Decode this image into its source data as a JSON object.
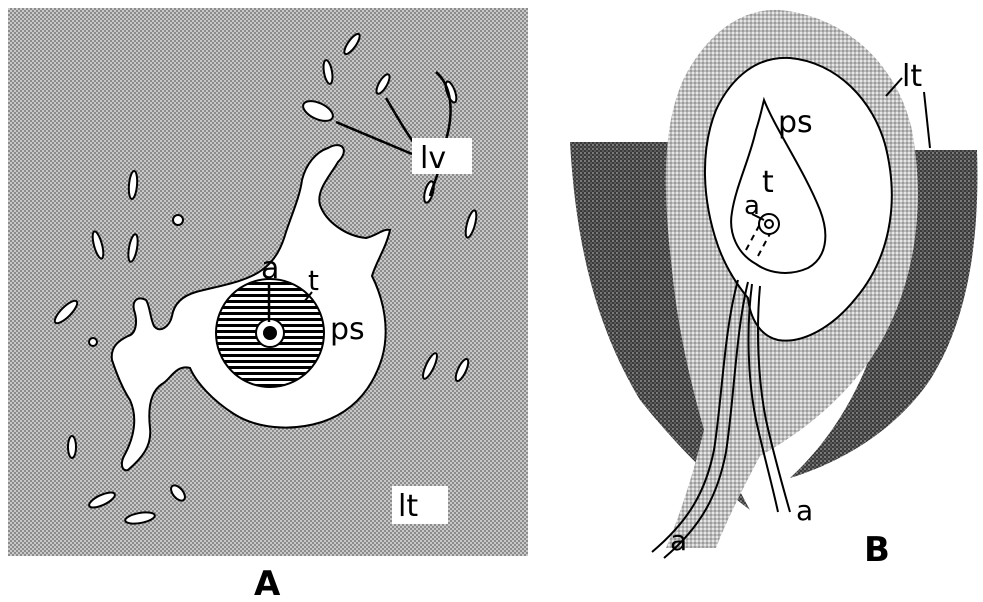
{
  "panels": [
    {
      "id": "A",
      "caption": "A",
      "labels": {
        "a": "a",
        "t": "t",
        "ps": "ps",
        "lv": "lv",
        "lt": "lt"
      }
    },
    {
      "id": "B",
      "caption": "B",
      "labels": {
        "ps": "ps",
        "lt": "lt",
        "t": "t",
        "a_top": "a",
        "a_left": "a",
        "a_right": "a"
      }
    }
  ],
  "colors": {
    "background": "#ffffff",
    "ink": "#000000",
    "tissue_light": "#b5b5b5",
    "tissue_mid": "#9a9a9a",
    "tissue_dark": "#4a4a4a"
  }
}
